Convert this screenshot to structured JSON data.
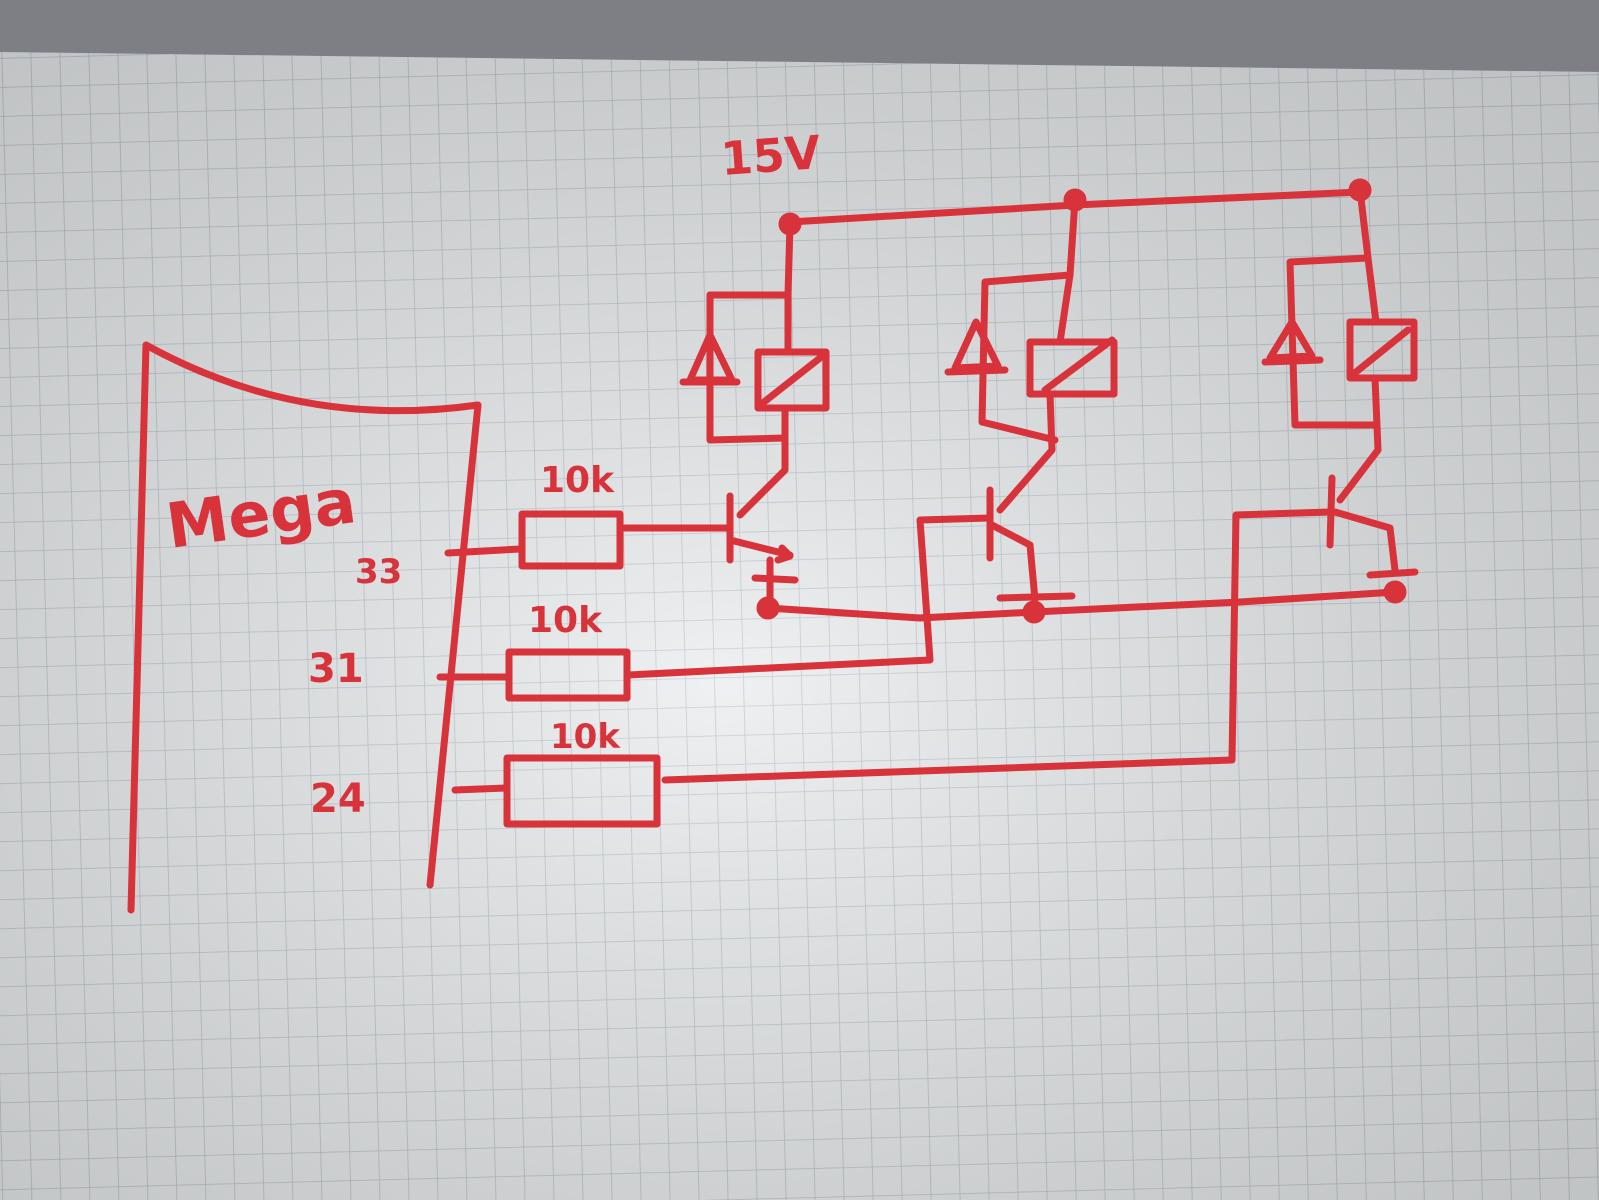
{
  "labels": {
    "board": "Mega",
    "supply": "15V",
    "pin_top": "33",
    "pin_mid": "31",
    "pin_bottom": "24"
  },
  "resistors": [
    {
      "value": "10k"
    },
    {
      "value": "10k"
    },
    {
      "value": "10k"
    }
  ],
  "colors": {
    "ink": "#d8323a",
    "paper": "#e9ecee",
    "grid": "#b9c3cc"
  }
}
